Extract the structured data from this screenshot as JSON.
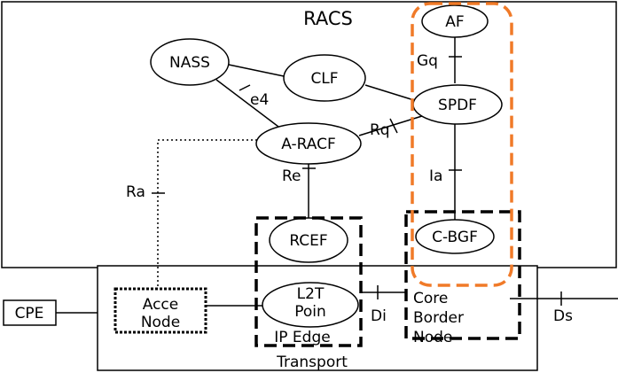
{
  "diagram": {
    "title": "RACS",
    "nodes": {
      "nass": "NASS",
      "clf": "CLF",
      "af": "AF",
      "spdf": "SPDF",
      "aracf": "A-RACF",
      "rcef": "RCEF",
      "cbgf": "C-BGF",
      "l2t_line1": "L2T",
      "l2t_line2": "Poin",
      "acce_line1": "Acce",
      "acce_line2": "Node",
      "core_line1": "Core",
      "core_line2": "Border",
      "core_line3": "Node",
      "cpe": "CPE"
    },
    "interfaces": {
      "e4": "e4",
      "gq": "Gq",
      "rq": "Rq",
      "ia": "Ia",
      "re": "Re",
      "ra": "Ra",
      "di": "Di",
      "ds": "Ds"
    },
    "areas": {
      "ip_edge": "IP Edge",
      "transport": "Transport"
    },
    "colors": {
      "stroke": "#000000",
      "highlight": "#f07a28",
      "background": "#ffffff"
    }
  }
}
